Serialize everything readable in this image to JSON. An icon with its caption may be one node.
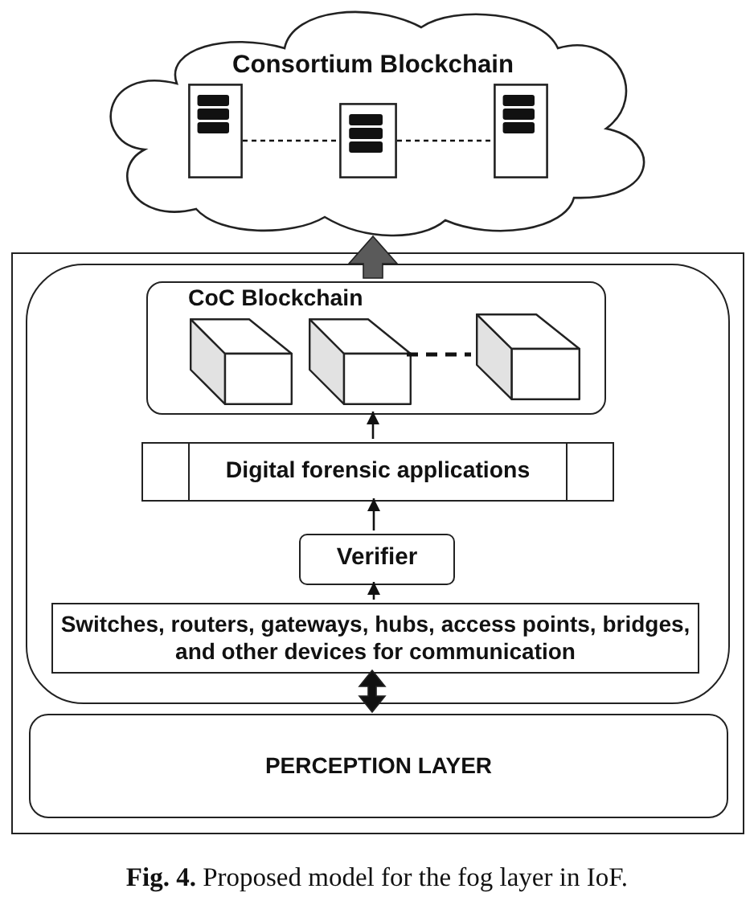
{
  "diagram": {
    "caption": "**Fig. 4.** Proposed model for the fog layer in IoF.",
    "nodes": [
      {
        "text": [
          "Consortium Blockchain"
        ]
      },
      {
        "text": [],
        "shape": "server",
        "in": 0
      },
      {
        "text": [],
        "shape": "server",
        "in": 0
      },
      {
        "text": [],
        "shape": "server",
        "in": 0
      },
      {
        "text": [],
        "shape": "box"
      },
      {
        "text": [],
        "shape": "box",
        "in": 4
      },
      {
        "text": [
          "CoC Blockchain"
        ],
        "in": 5
      },
      {
        "text": [],
        "shape": "cube",
        "in": 6
      },
      {
        "text": [],
        "shape": "cube",
        "in": 6
      },
      {
        "text": [],
        "shape": "cube",
        "in": 6
      },
      {
        "text": [
          "Digital forensic applications"
        ],
        "in": 5
      },
      {
        "text": [
          "Verifier"
        ],
        "in": 5
      },
      {
        "text": [
          "Switches, routers, gateways, hubs, access points, bridges, and other devices for communication"
        ],
        "in": 5
      },
      {
        "text": [
          "PERCEPTION LAYER"
        ],
        "in": 4
      }
    ],
    "edges": [
      {
        "from": 1,
        "to": 2,
        "arrow": "none",
        "style": "dashed"
      },
      {
        "from": 2,
        "to": 3,
        "arrow": "none",
        "style": "dashed"
      },
      {
        "from": 8,
        "to": 9,
        "arrow": "none",
        "style": "dashed"
      },
      {
        "from": 6,
        "to": 0,
        "arrow": "to",
        "style": "thick",
        "color": "#5a5a5a"
      },
      {
        "from": 10,
        "to": 6,
        "arrow": "to"
      },
      {
        "from": 11,
        "to": 10,
        "arrow": "to"
      },
      {
        "from": 12,
        "to": 11,
        "arrow": "to"
      },
      {
        "from": 12,
        "to": 13,
        "arrow": "both",
        "style": "thick"
      }
    ]
  }
}
